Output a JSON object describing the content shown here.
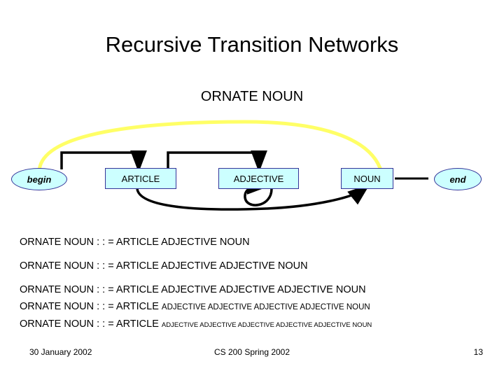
{
  "slide": {
    "title": "Recursive Transition Networks",
    "subtitle": "ORNATE NOUN"
  },
  "diagram": {
    "nodes": [
      {
        "id": "begin",
        "label": "begin",
        "shape": "ellipse"
      },
      {
        "id": "article",
        "label": "ARTICLE",
        "shape": "rect"
      },
      {
        "id": "adjective",
        "label": "ADJECTIVE",
        "shape": "rect"
      },
      {
        "id": "noun",
        "label": "NOUN",
        "shape": "rect"
      },
      {
        "id": "end",
        "label": "end",
        "shape": "ellipse"
      }
    ],
    "colors": {
      "node_fill": "#ccffff",
      "node_border": "#333399",
      "edge_black": "#000000",
      "edge_yellow": "#ffff66"
    },
    "edges": [
      {
        "from": "begin",
        "to": "article",
        "style": "black"
      },
      {
        "from": "article",
        "to": "adjective",
        "style": "black"
      },
      {
        "from": "adjective",
        "to": "noun",
        "style": "black"
      },
      {
        "from": "noun",
        "to": "end",
        "style": "black"
      },
      {
        "from": "adjective",
        "to": "adjective",
        "style": "black-loop"
      },
      {
        "from": "begin",
        "to": "noun",
        "style": "yellow-arc"
      }
    ]
  },
  "rules": [
    {
      "head": "ORNATE NOUN : : = ARTICLE ADJECTIVE NOUN",
      "tail": ""
    },
    {
      "head": "ORNATE NOUN : : = ARTICLE ADJECTIVE ADJECTIVE NOUN",
      "tail": ""
    },
    {
      "head": "ORNATE NOUN : : = ARTICLE ADJECTIVE ADJECTIVE ADJECTIVE NOUN",
      "tail": ""
    },
    {
      "head": "ORNATE NOUN : : = ARTICLE ",
      "tail": "ADJECTIVE ADJECTIVE ADJECTIVE ADJECTIVE NOUN"
    },
    {
      "head": "ORNATE NOUN : : = ARTICLE ",
      "tail": "ADJECTIVE ADJECTIVE ADJECTIVE ADJECTIVE ADJECTIVE NOUN"
    }
  ],
  "footer": {
    "date": "30 January 2002",
    "course": "CS 200 Spring 2002",
    "page": "13"
  }
}
